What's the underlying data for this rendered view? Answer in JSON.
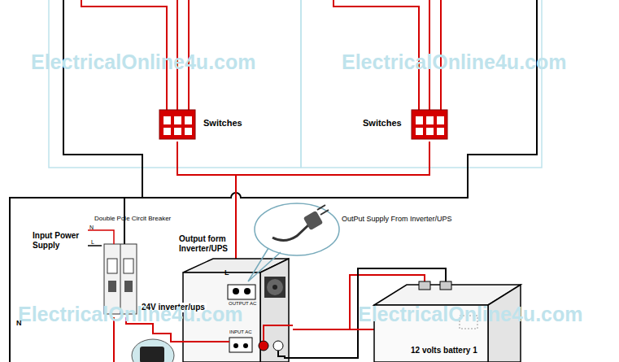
{
  "diagram": {
    "nodes": [
      {
        "text": [
          "Switches"
        ]
      },
      {
        "text": [
          "Switches"
        ]
      },
      {
        "text": [
          "Double Pole Circit Breaker"
        ]
      },
      {
        "text": [
          "Output form Inverter/UPS",
          "24V inverter/ups"
        ]
      },
      {
        "text": [
          "12 volts battery 1"
        ]
      }
    ],
    "edges": [
      {
        "from": 3,
        "to": 0,
        "arrow": "none"
      },
      {
        "from": 3,
        "to": 1,
        "arrow": "none"
      },
      {
        "from": 2,
        "to": 3,
        "arrow": "none"
      },
      {
        "from": 3,
        "to": 4,
        "arrow": "none"
      }
    ],
    "labels": [
      "ElectricalOnline4u.com",
      "ElectricalOnline4u.com",
      "ElectricalOnline4u.com",
      "ElectricalOnline4u.com",
      "Input Power Supply",
      "N",
      "L",
      "OutPut Supply From Inverter/UPS",
      "L",
      "N",
      "OUTPUT AC",
      "INPUT AC"
    ]
  }
}
